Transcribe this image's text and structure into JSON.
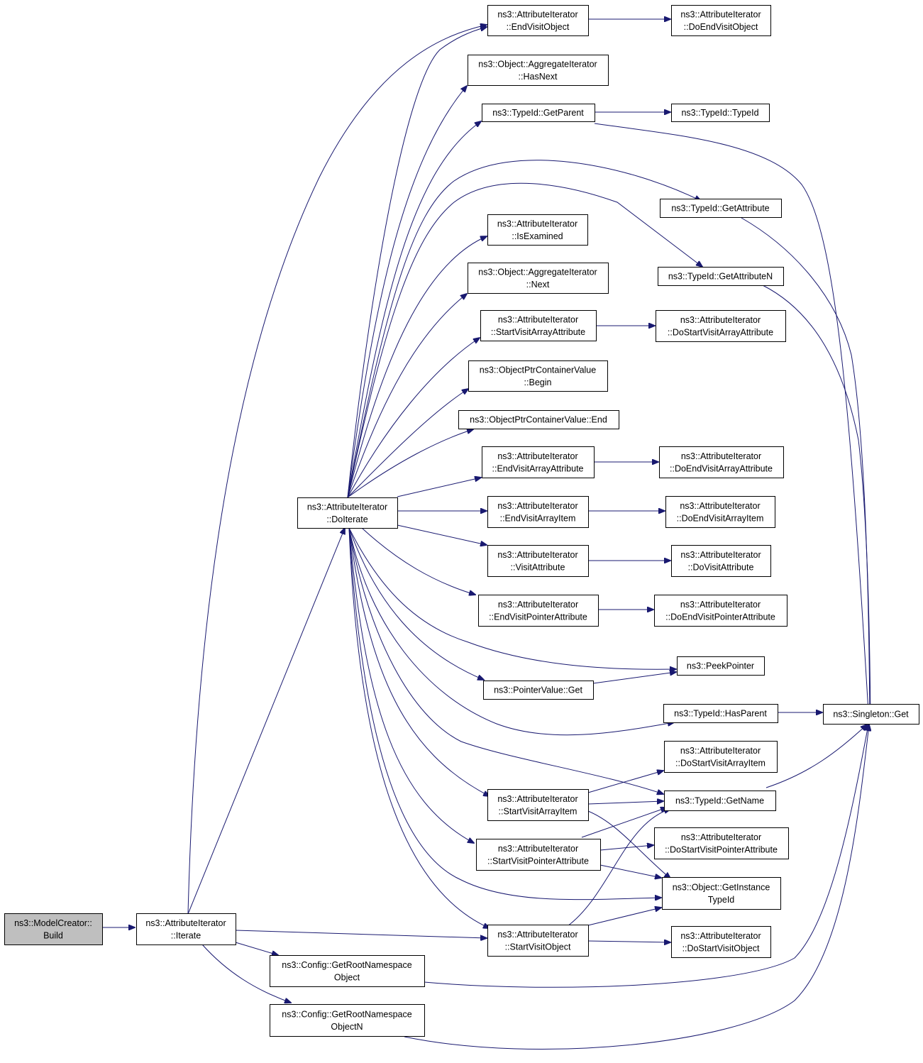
{
  "nodes": {
    "build": [
      "ns3::ModelCreator::",
      "Build"
    ],
    "iterate": [
      "ns3::AttributeIterator",
      "::Iterate"
    ],
    "doiterate": [
      "ns3::AttributeIterator",
      "::DoIterate"
    ],
    "endvisitobject": [
      "ns3::AttributeIterator",
      "::EndVisitObject"
    ],
    "doendvisitobject": [
      "ns3::AttributeIterator",
      "::DoEndVisitObject"
    ],
    "aggregate_hasnext": [
      "ns3::Object::AggregateIterator",
      "::HasNext"
    ],
    "getparent": [
      "ns3::TypeId::GetParent"
    ],
    "typeid_ctor": [
      "ns3::TypeId::TypeId"
    ],
    "getattribute": [
      "ns3::TypeId::GetAttribute"
    ],
    "isexamined": [
      "ns3::AttributeIterator",
      "::IsExamined"
    ],
    "getattributen": [
      "ns3::TypeId::GetAttributeN"
    ],
    "aggregate_next": [
      "ns3::Object::AggregateIterator",
      "::Next"
    ],
    "startvisitarrayattribute": [
      "ns3::AttributeIterator",
      "::StartVisitArrayAttribute"
    ],
    "dostartvisitarrayattribute": [
      "ns3::AttributeIterator",
      "::DoStartVisitArrayAttribute"
    ],
    "optr_begin": [
      "ns3::ObjectPtrContainerValue",
      "::Begin"
    ],
    "optr_end": [
      "ns3::ObjectPtrContainerValue::End"
    ],
    "endvisitarrayattribute": [
      "ns3::AttributeIterator",
      "::EndVisitArrayAttribute"
    ],
    "doendvisitarrayattribute": [
      "ns3::AttributeIterator",
      "::DoEndVisitArrayAttribute"
    ],
    "endvisitarrayitem": [
      "ns3::AttributeIterator",
      "::EndVisitArrayItem"
    ],
    "doendvisitarrayitem": [
      "ns3::AttributeIterator",
      "::DoEndVisitArrayItem"
    ],
    "visitattribute": [
      "ns3::AttributeIterator",
      "::VisitAttribute"
    ],
    "dovisitattribute": [
      "ns3::AttributeIterator",
      "::DoVisitAttribute"
    ],
    "endvisitpointerattribute": [
      "ns3::AttributeIterator",
      "::EndVisitPointerAttribute"
    ],
    "doendvisitpointerattribute": [
      "ns3::AttributeIterator",
      "::DoEndVisitPointerAttribute"
    ],
    "peekpointer": [
      "ns3::PeekPointer"
    ],
    "pointervalue_get": [
      "ns3::PointerValue::Get"
    ],
    "hasparent": [
      "ns3::TypeId::HasParent"
    ],
    "singleton_get": [
      "ns3::Singleton::Get"
    ],
    "dostartvisitarrayitem": [
      "ns3::AttributeIterator",
      "::DoStartVisitArrayItem"
    ],
    "startvisitarrayitem": [
      "ns3::AttributeIterator",
      "::StartVisitArrayItem"
    ],
    "getname": [
      "ns3::TypeId::GetName"
    ],
    "startvisitpointerattribute": [
      "ns3::AttributeIterator",
      "::StartVisitPointerAttribute"
    ],
    "dostartvisitpointerattribute": [
      "ns3::AttributeIterator",
      "::DoStartVisitPointerAttribute"
    ],
    "getinstancetypeid": [
      "ns3::Object::GetInstance",
      "TypeId"
    ],
    "startvisitobject": [
      "ns3::AttributeIterator",
      "::StartVisitObject"
    ],
    "dostartvisitobject": [
      "ns3::AttributeIterator",
      "::DoStartVisitObject"
    ],
    "getrootnamespaceobject": [
      "ns3::Config::GetRootNamespace",
      "Object"
    ],
    "getrootnamespaceobjectn": [
      "ns3::Config::GetRootNamespace",
      "ObjectN"
    ]
  },
  "colors": {
    "edge": "#191970",
    "node_border": "#000000",
    "node_fill": "#ffffff",
    "root_fill": "#bfbfbf"
  }
}
